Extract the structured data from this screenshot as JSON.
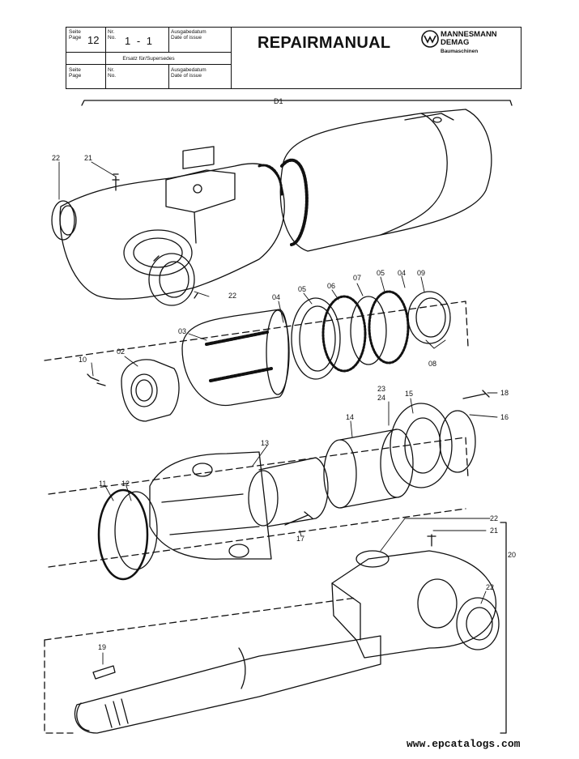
{
  "header": {
    "page_label_de": "Seite",
    "page_label_en": "Page",
    "page_value": "12",
    "nr_label_de": "Nr.",
    "nr_label_en": "No.",
    "nr_value": "1 - 1",
    "issue_label_de": "Ausgabedatum",
    "issue_label_en": "Date of issue",
    "supersedes_label": "Ersatz für/Supersedes",
    "page_label2_de": "Seite",
    "page_label2_en": "Page",
    "nr_label2_de": "Nr.",
    "nr_label2_en": "No.",
    "issue_label2_de": "Ausgabedatum",
    "issue_label2_en": "Date of issue",
    "title": "REPAIRMANUAL",
    "brand_line1": "MANNESMANN",
    "brand_line2": "DEMAG",
    "brand_sub": "Baumaschinen"
  },
  "callouts": {
    "d1": "D1",
    "c22a": "22",
    "c21a": "21",
    "c22b": "22",
    "c04a": "04",
    "c05a": "05",
    "c06": "06",
    "c07": "07",
    "c05b": "05",
    "c04b": "04",
    "c09": "09",
    "c03": "03",
    "c08": "08",
    "c10": "10",
    "c02": "02",
    "c23": "23",
    "c24": "24",
    "c15": "15",
    "c18": "18",
    "c16": "16",
    "c14": "14",
    "c13": "13",
    "c11": "11",
    "c12": "12",
    "c17": "17",
    "c22c": "22",
    "c21b": "21",
    "c20": "20",
    "c22d": "22",
    "c19": "19"
  },
  "footer": {
    "url": "www.epcatalogs.com"
  }
}
